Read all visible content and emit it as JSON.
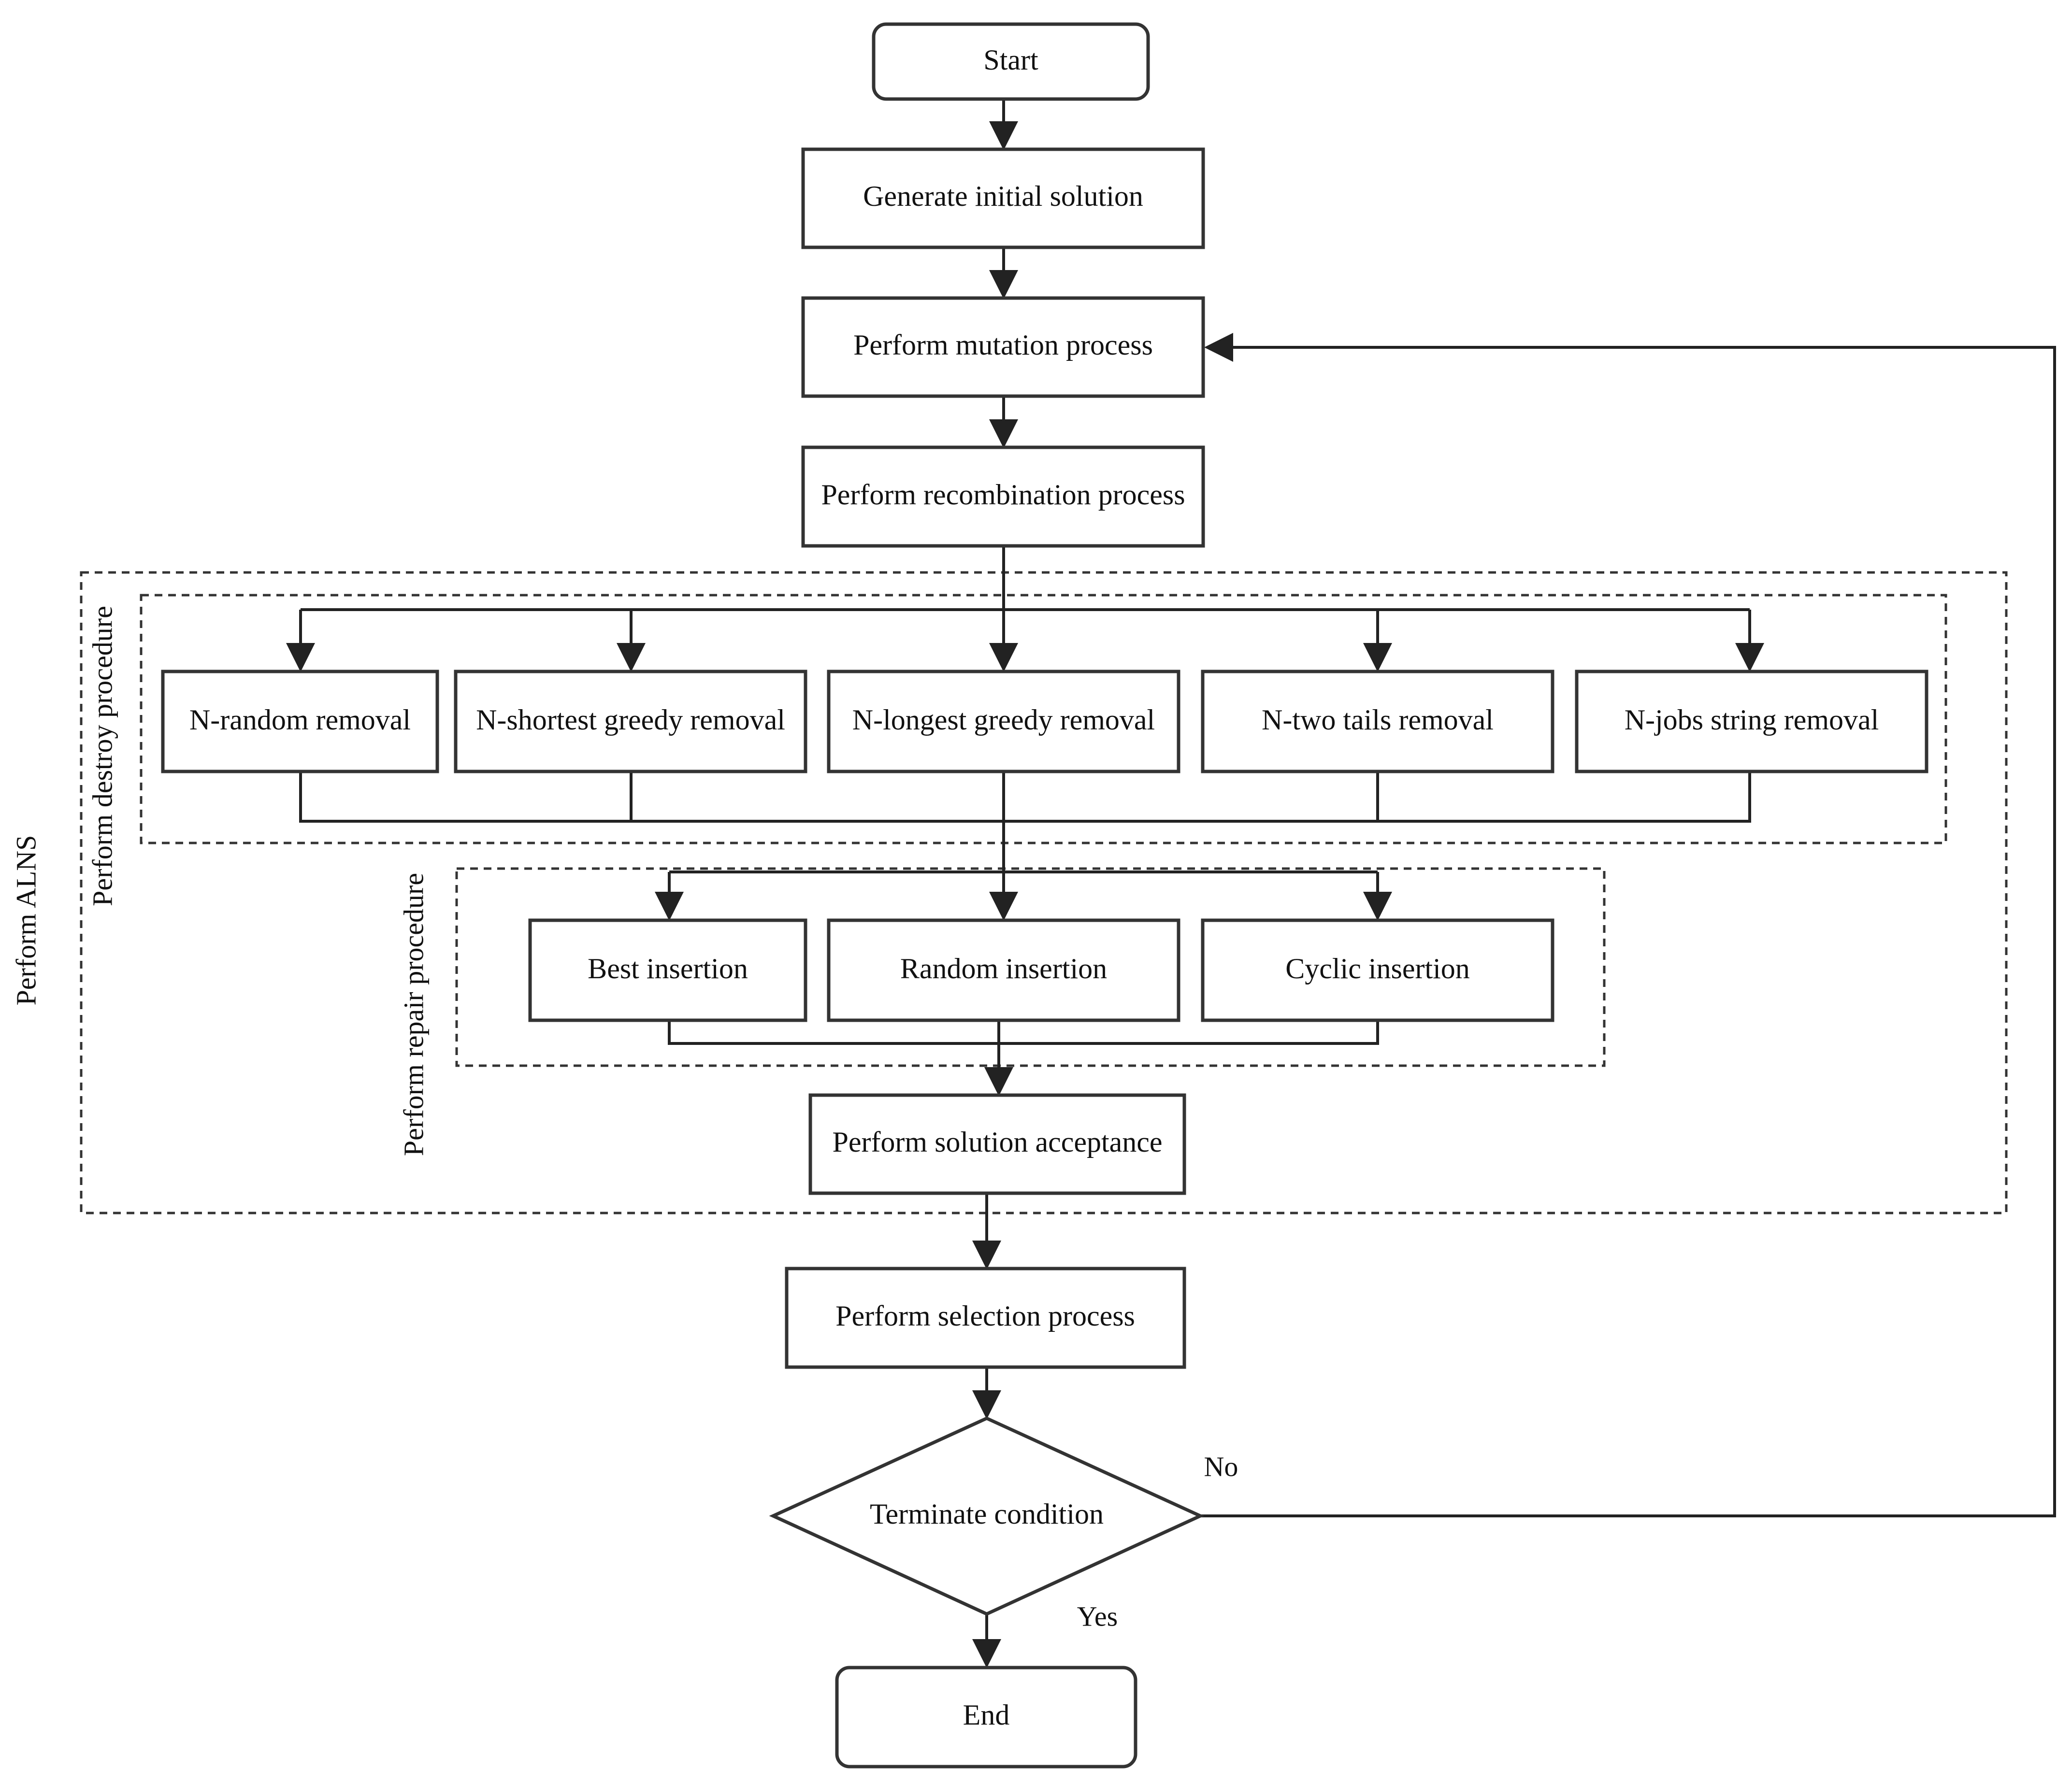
{
  "nodes": {
    "start": "Start",
    "generate_initial_solution": "Generate initial solution",
    "perform_mutation": "Perform mutation process",
    "perform_recombination": "Perform recombination process",
    "n_random_removal": "N-random removal",
    "n_shortest_greedy_removal": "N-shortest greedy removal",
    "n_longest_greedy_removal": "N-longest greedy removal",
    "n_two_tails_removal": "N-two tails removal",
    "n_jobs_string_removal": "N-jobs string removal",
    "best_insertion": "Best insertion",
    "random_insertion": "Random insertion",
    "cyclic_insertion": "Cyclic insertion",
    "perform_solution_acceptance": "Perform solution acceptance",
    "perform_selection": "Perform selection process",
    "terminate_condition": "Terminate condition",
    "end": "End"
  },
  "groups": {
    "alns": "Perform ALNS",
    "destroy": "Perform  destroy procedure",
    "repair": "Perform  repair procedure"
  },
  "edge_labels": {
    "no": "No",
    "yes": "Yes"
  },
  "colors": {
    "stroke": "#333333",
    "text": "#111111",
    "background": "#ffffff"
  }
}
